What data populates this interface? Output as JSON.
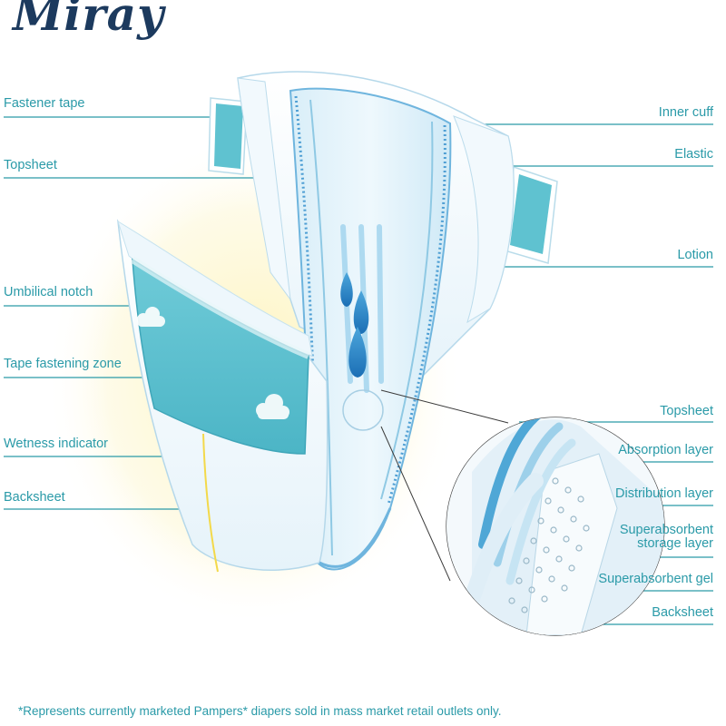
{
  "brand": {
    "logo_text": "Miray"
  },
  "labels_left": [
    "Fastener tape",
    "Topsheet",
    "Umbilical notch",
    "Tape fastening zone",
    "Wetness indicator",
    "Backsheet"
  ],
  "labels_right_top": [
    "Inner cuff",
    "Elastic",
    "Lotion"
  ],
  "labels_right_detail": [
    "Topsheet",
    "Absorption layer",
    "Distribution layer",
    "Superabsorbent storage layer",
    "Superabsorbent gel",
    "Backsheet"
  ],
  "footnote": "*Represents currently marketed Pampers* diapers sold in mass market retail outlets only.",
  "colors": {
    "label_teal": "#2a9aa8",
    "logo_navy": "#1c3a5e",
    "diaper_blue": "#8fc9e4",
    "tape_teal": "#5fc2d0",
    "glow_yellow": "#fdf3b6"
  }
}
